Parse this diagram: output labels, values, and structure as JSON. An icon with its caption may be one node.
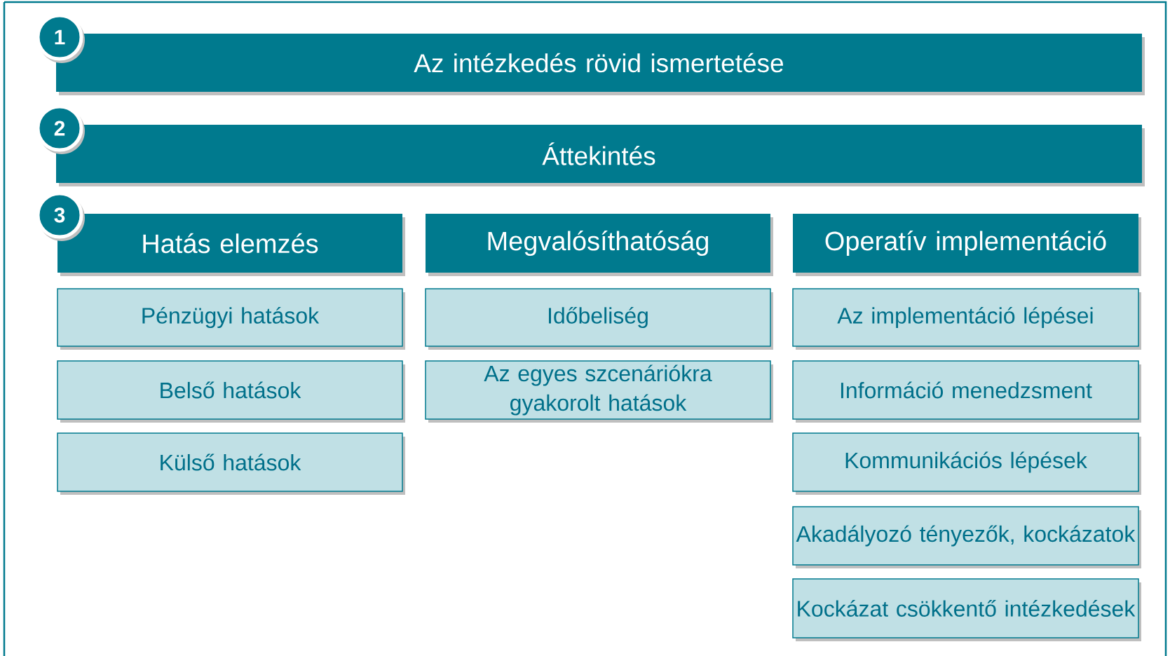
{
  "diagram": {
    "nodes": [
      {
        "text": [
          "1"
        ]
      },
      {
        "text": [
          "Az intézkedés rövid ismertetése"
        ]
      },
      {
        "text": [
          "2"
        ]
      },
      {
        "text": [
          "Áttekintés"
        ]
      },
      {
        "text": [
          "3"
        ]
      },
      {
        "text": [
          "Hatás elemzés"
        ]
      },
      {
        "text": [
          "Megvalósíthatóság"
        ]
      },
      {
        "text": [
          "Operatív implementáció"
        ]
      },
      {
        "text": [
          "Pénzügyi hatások"
        ]
      },
      {
        "text": [
          "Időbeliség"
        ]
      },
      {
        "text": [
          "Az implementáció lépései"
        ]
      },
      {
        "text": [
          "Belső hatások"
        ]
      },
      {
        "text": [
          "Az egyes szcenáriókra gyakorolt hatások"
        ]
      },
      {
        "text": [
          "Információ menedzsment"
        ]
      },
      {
        "text": [
          "Külső hatások"
        ]
      },
      {
        "text": [
          "Kommunikációs lépések"
        ]
      },
      {
        "text": [
          "Akadályozó tényezők, kockázatok"
        ]
      },
      {
        "text": [
          "Kockázat csökkentő intézkedések"
        ]
      }
    ]
  }
}
